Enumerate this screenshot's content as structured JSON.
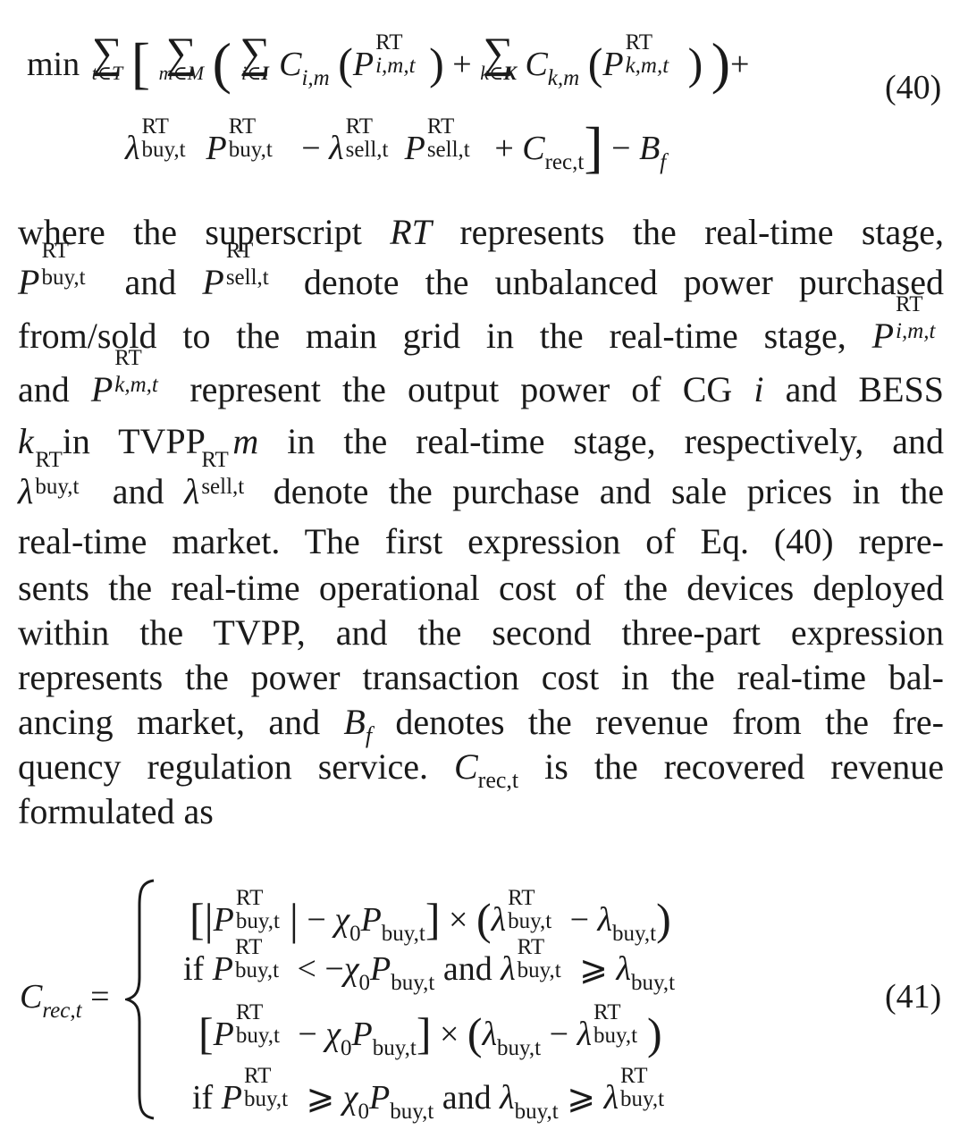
{
  "equation_40": {
    "number": "(40)",
    "line1": "min Σ_{t∈T} [ Σ_{m∈M} ( Σ_{i∈I} C_{i,m}(P^{RT}_{i,m,t}) + Σ_{k∈K} C_{k,m}(P^{RT}_{k,m,t}) ) +",
    "line2": "λ^{RT}_{buy,t} P^{RT}_{buy,t} − λ^{RT}_{sell,t} P^{RT}_{sell,t} + C_{rec,t} ] − B_f"
  },
  "paragraph": {
    "lines": [
      "where the superscript RT represents the real-time stage,",
      "P^{RT}_{buy,t} and P^{RT}_{sell,t} denote the unbalanced power purchased",
      "from/sold to the main grid in the real-time stage, P^{RT}_{i,m,t}",
      "and P^{RT}_{k,m,t} represent the output power of CG i and BESS",
      "k in TVPP m in the real-time stage, respectively, and",
      "λ^{RT}_{buy,t} and λ^{RT}_{sell,t} denote the purchase and sale prices in the",
      "real-time market. The first expression of Eq. (40) repre-",
      "sents the real-time operational cost of the devices deployed",
      "within the TVPP, and the second three-part expression",
      "represents the power transaction cost in the real-time bal-",
      "ancing market, and B_f denotes the revenue from the fre-",
      "quency regulation service. C_{rec,t} is the recovered revenue",
      "formulated as"
    ],
    "words": {
      "where": "where the superscript",
      "RT": "RT",
      "represents_rt": "represents the real-time stage,",
      "and1": "and",
      "denote1": "denote the unbalanced power purchased",
      "fromsold": "from/sold to the main grid in the real-time stage,",
      "and2": "and",
      "represent2": "represent the output power of CG",
      "i": "i",
      "and_bess": "and BESS",
      "k": "k",
      "in_tvpp": "in TVPP",
      "m": "m",
      "in_rt": "in the real-time stage, respectively, and",
      "and3": "and",
      "denote3": "denote the purchase and sale prices in the",
      "l7": "real-time market. The first expression of Eq. (40) repre-",
      "l8": "sents the real-time operational cost of the devices deployed",
      "l9": "within the TVPP, and the second three-part expression",
      "l10": "represents the power transaction cost in the real-time bal-",
      "l11a": "ancing market, and",
      "Bf_B": "B",
      "Bf_f": "f",
      "l11b": "denotes the revenue from the fre-",
      "l12a": "quency regulation service.",
      "C": "C",
      "rec_t": "rec,t",
      "l12b": "is the recovered revenue",
      "l13": "formulated as"
    }
  },
  "equation_41": {
    "number": "(41)",
    "lhs": "C_{rec,t} =",
    "case1_expr": "[ |P^{RT}_{buy,t}| − χ0 P_{buy,t} ] × ( λ^{RT}_{buy,t} − λ_{buy,t} )",
    "case1_cond": "if P^{RT}_{buy,t} < −χ0 P_{buy,t} and λ^{RT}_{buy,t} ⩾ λ_{buy,t}",
    "case2_expr": "[ P^{RT}_{buy,t} − χ0 P_{buy,t} ] × ( λ_{buy,t} − λ^{RT}_{buy,t} )",
    "case2_cond": "if P^{RT}_{buy,t} ⩾ χ0 P_{buy,t} and λ_{buy,t} ⩾ λ^{RT}_{buy,t}"
  },
  "symbols": {
    "min": "min",
    "sum": "∑",
    "t_in_T": "t∈T",
    "m_in_M": "m∈M",
    "i_in": "i∈",
    "I": "I",
    "k_in": "k∈",
    "K": "K",
    "C": "C",
    "P": "P",
    "lambda": "λ",
    "chi": "χ",
    "zero": "0",
    "B": "B",
    "f": "f",
    "RT": "RT",
    "im": "i,m",
    "km": "k,m",
    "imt": "i,m,t",
    "kmt": "k,m,t",
    "buyt": "buy,t",
    "sellt": "sell,t",
    "rect": "rec,t",
    "rec_t": "rec,t",
    "plus": "+",
    "minus": "−",
    "times": "×",
    "lt": "<",
    "geq": "⩾",
    "eq": "=",
    "lb": "[",
    "rb": "]",
    "lp": "(",
    "rp": ")",
    "bar": "|",
    "if": "if",
    "and": "and",
    "neg": "−"
  }
}
